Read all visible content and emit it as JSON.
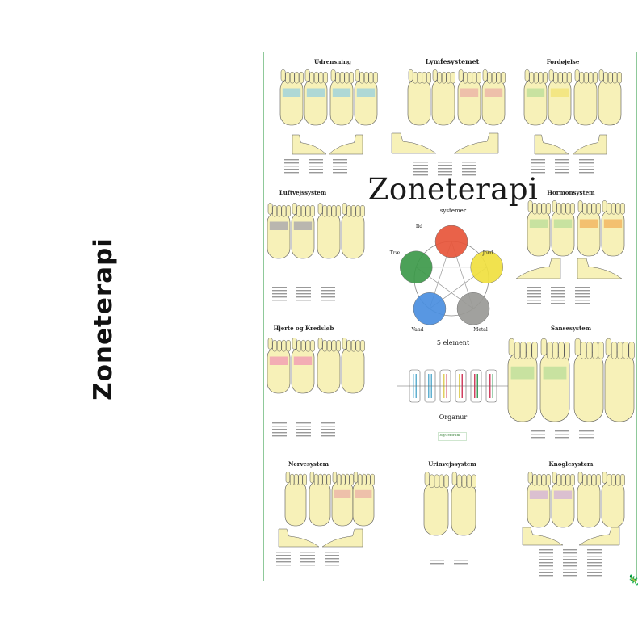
{
  "side_title": "Zoneterapi",
  "poster": {
    "title": "Zoneterapi",
    "subtitle": "systemer",
    "sections": {
      "udrensning": "Udrensning",
      "lymfesystemet": "Lymfesystemet",
      "fordojelse": "Fordøjelse",
      "luftvejssystem": "Luftvejssystem",
      "hormonsystem": "Hormonsystem",
      "hjerte": "Hjerte og Kredsløb",
      "sansesystem": "Sansesystem",
      "nervesystem": "Nervesystem",
      "urinvejssystem": "Urinvejssystem",
      "knoglesystem": "Knoglesystem"
    },
    "five_elements": {
      "label": "5 element",
      "elements": {
        "ild": "Ild",
        "jord": "Jord",
        "metal": "Metal",
        "vand": "Vand",
        "trae": "Træ"
      },
      "colors": {
        "ild": "#e8553a",
        "jord": "#f0e040",
        "metal": "#9a9a96",
        "vand": "#4a8fe0",
        "trae": "#3d9a4a"
      }
    },
    "organ_clock_label": "Organur",
    "logo_text": "Dig/Centrum",
    "accent_border": "#8fc99a",
    "foot_fill": "#f7f1b8"
  }
}
